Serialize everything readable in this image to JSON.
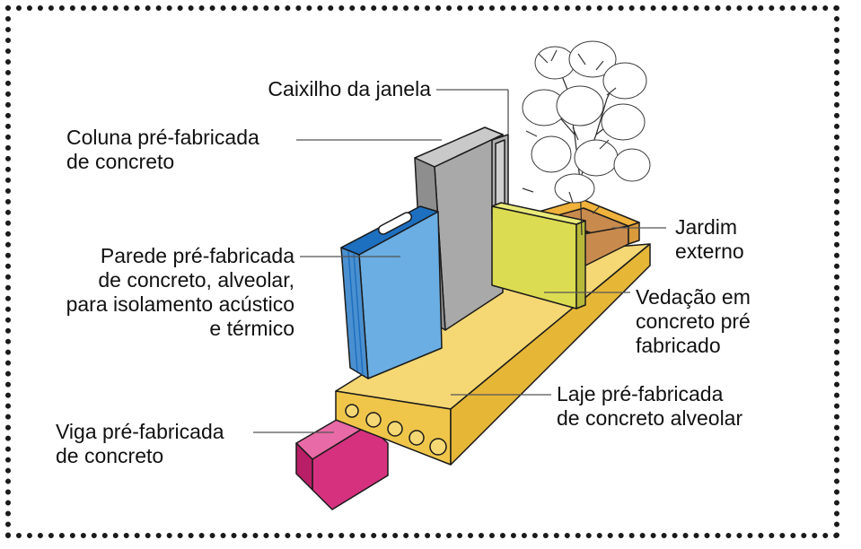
{
  "labels": {
    "window_frame": "Caixilho da janela",
    "column": "Coluna pré-fabricada\nde concreto",
    "wall": "Parede pré-fabricada\nde concreto, alveolar,\npara isolamento acústico\ne térmico",
    "beam": "Viga pré-fabricada\nde concreto",
    "garden": "Jardim\nexterno",
    "enclosure": "Vedação em\nconcreto pré\nfabricado",
    "slab": "Laje pré-fabricada\nde concreto alveolar"
  },
  "colors": {
    "slab": "#f5d774",
    "wall": "#6aaee3",
    "wall_edge": "#1d6fc0",
    "column": "#a9a9a9",
    "enclosure": "#dcdc52",
    "beam": "#d6317f",
    "planter": "#f0b23a",
    "soil": "#c98a4e"
  }
}
